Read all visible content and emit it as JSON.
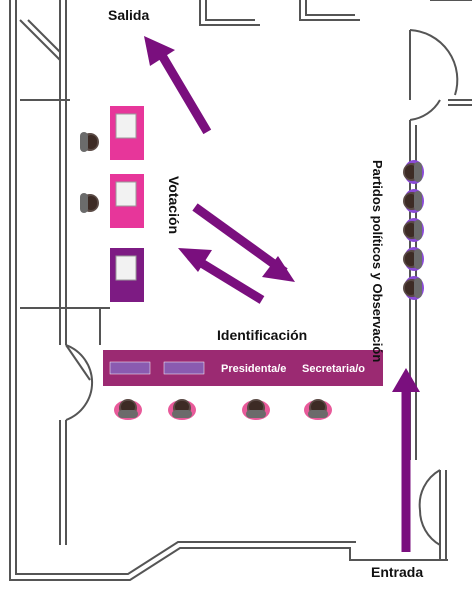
{
  "labels": {
    "salida": "Salida",
    "entrada": "Entrada",
    "votacion": "Votación",
    "identificacion": "Identificación",
    "partidos": "Partidos políticos y Observación",
    "presidenta": "Presidenta/e",
    "secretaria": "Secretaria/o"
  },
  "colors": {
    "arrow": "#7a0f7e",
    "table": "#9b2a72",
    "booth_pink": "#e7369a",
    "booth_purple": "#7d1b83",
    "wall": "#555555",
    "chair_pink": "#e85a9a",
    "chair_purple": "#8a4bd6"
  },
  "icons": [
    "voting-booth-icon",
    "voter-icon",
    "poll-worker-icon",
    "observer-icon",
    "direction-arrow-icon",
    "door-icon"
  ]
}
